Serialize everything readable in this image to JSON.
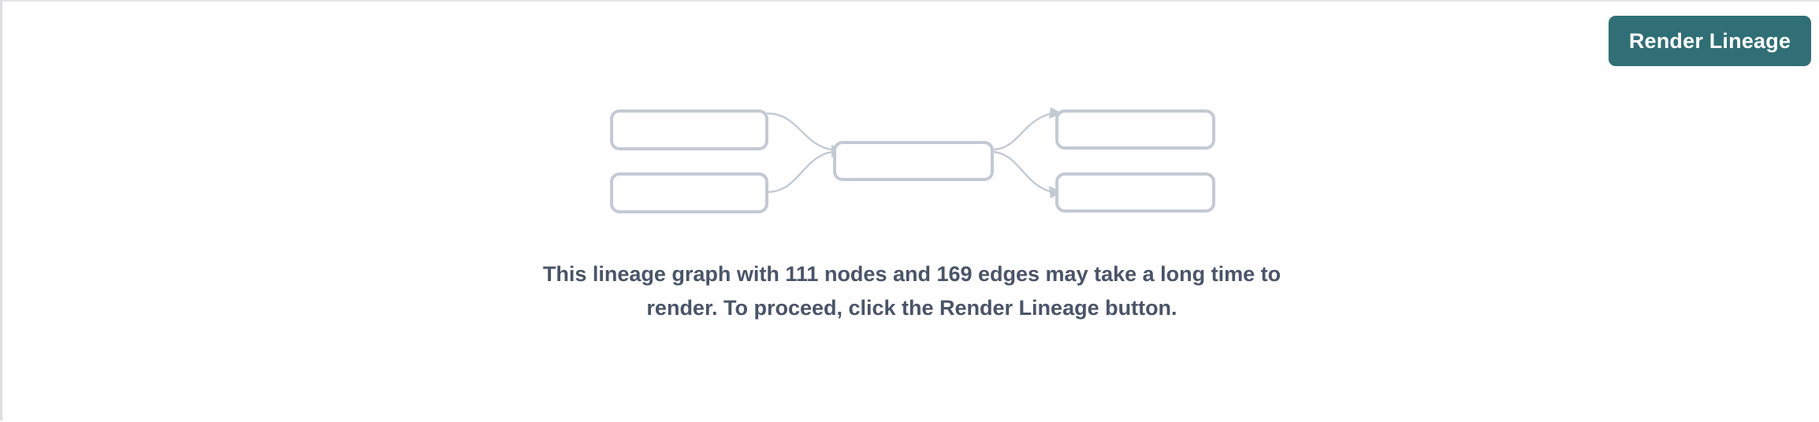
{
  "panel": {
    "background_color": "#ffffff",
    "border_color": "#dcdde1"
  },
  "toolbar": {
    "render_lineage_label": "Render Lineage",
    "button_color": "#2f6f75",
    "button_text_color": "#ffffff"
  },
  "message": {
    "text": "This lineage graph with 111 nodes and 169 edges may take a long time to render. To proceed, click the Render Lineage button.",
    "node_count": "111",
    "edge_count": "169",
    "text_color": "#4a5468"
  },
  "lineage_graph": {
    "node_border_color": "#c3cad4",
    "edge_color": "#c3cad4",
    "nodes": [
      {
        "id": "source-1",
        "label": "",
        "column": "left",
        "row": 1
      },
      {
        "id": "source-2",
        "label": "",
        "column": "left",
        "row": 2
      },
      {
        "id": "center-1",
        "label": "",
        "column": "center",
        "row": 1
      },
      {
        "id": "target-1",
        "label": "",
        "column": "right",
        "row": 1
      },
      {
        "id": "target-2",
        "label": "",
        "column": "right",
        "row": 2
      }
    ],
    "edges": [
      {
        "from": "source-1",
        "to": "center-1"
      },
      {
        "from": "source-2",
        "to": "center-1"
      },
      {
        "from": "center-1",
        "to": "target-1"
      },
      {
        "from": "center-1",
        "to": "target-2"
      }
    ]
  }
}
